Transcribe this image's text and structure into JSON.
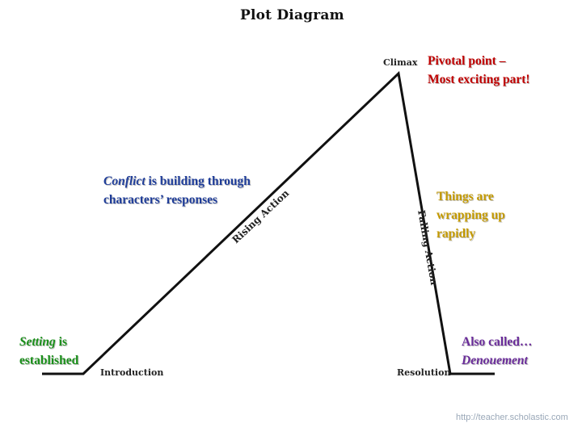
{
  "title": "Plot Diagram",
  "stages": {
    "climax": "Climax",
    "rising_action": "Rising Action",
    "falling_action": "Falling Action",
    "introduction": "Introduction",
    "resolution": "Resolution"
  },
  "notes": {
    "climax_line1": "Pivotal point –",
    "climax_line2": "Most exciting part!",
    "rising_term": "Conflict",
    "rising_line1_rest": " is building through",
    "rising_line2": "characters’ responses",
    "falling_line1": "Things are",
    "falling_line2": "wrapping up",
    "falling_line3": "rapidly",
    "setting_term": "Setting",
    "setting_line1_rest": " is",
    "setting_line2": "established",
    "resolution_line1": "Also called…",
    "resolution_line2": "Denouement"
  },
  "note_colors": {
    "climax": "#c00000",
    "rising": "#1f3d99",
    "falling": "#c49a00",
    "setting": "#1a8f1a",
    "resolution": "#6a2c9a"
  },
  "source": "http://teacher.scholastic.com"
}
